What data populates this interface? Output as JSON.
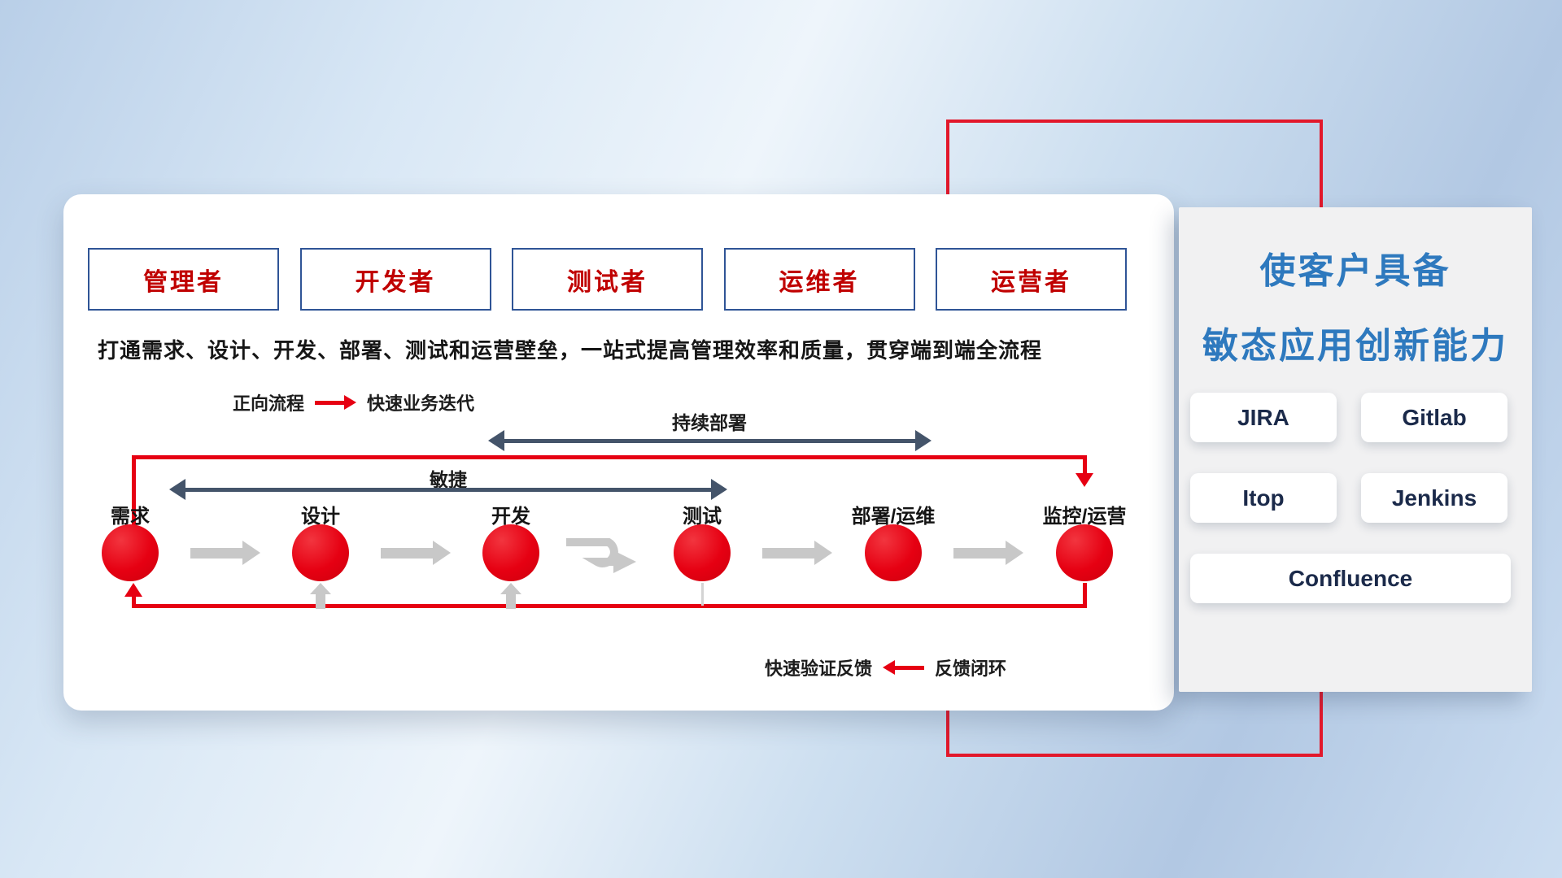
{
  "colors": {
    "accent_red": "#e60012",
    "navy_border": "#2f5496",
    "role_text": "#c00000",
    "dark_arrow": "#44546a",
    "gray_arrow": "#c8c8c8",
    "panel_title_blue": "#2e79be",
    "tool_text": "#1b2a4a"
  },
  "main_card": {
    "roles": [
      "管理者",
      "开发者",
      "测试者",
      "运维者",
      "运营者"
    ],
    "description": "打通需求、设计、开发、部署、测试和运营壁垒，一站式提高管理效率和质量，贯穿端到端全流程",
    "forward_legend": {
      "label": "正向流程",
      "caption": "快速业务迭代"
    },
    "feedback_legend": {
      "caption": "快速验证反馈",
      "label": "反馈闭环"
    },
    "span_labels": {
      "agile": "敏捷",
      "continuous_deployment": "持续部署"
    },
    "stages": [
      "需求",
      "设计",
      "开发",
      "测试",
      "部署/运维",
      "监控/运营"
    ]
  },
  "side_panel": {
    "title_line1": "使客户具备",
    "title_line2": "敏态应用创新能力",
    "tools": [
      "JIRA",
      "Gitlab",
      "Itop",
      "Jenkins",
      "Confluence"
    ]
  }
}
